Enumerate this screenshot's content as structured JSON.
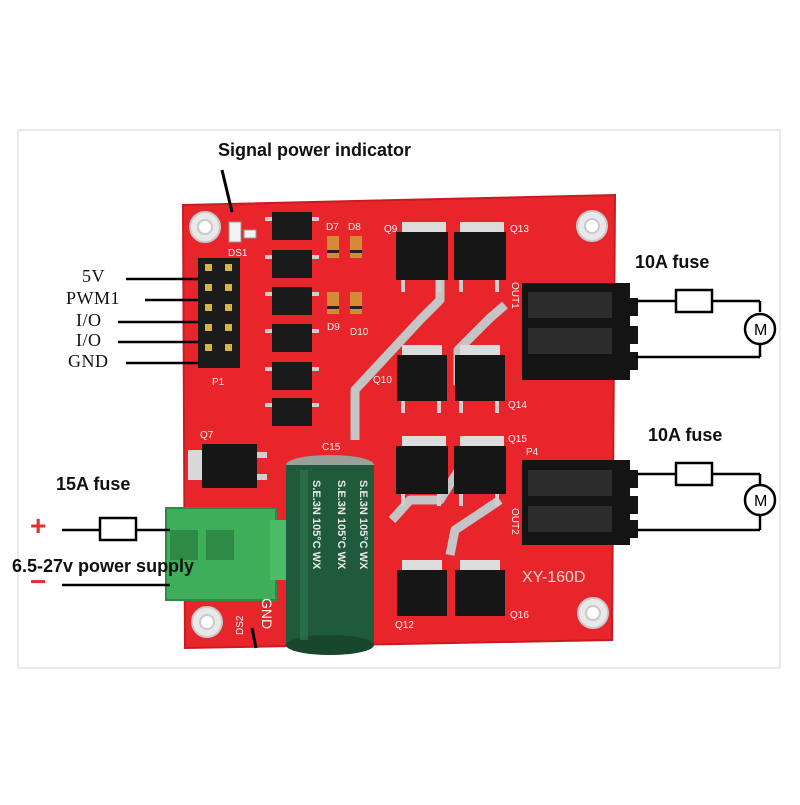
{
  "annotations": {
    "signal_indicator": "Signal power indicator",
    "fuse_top": "10A fuse",
    "fuse_bottom": "10A fuse",
    "input_fuse": "15A fuse",
    "power_supply": "6.5-27v power supply"
  },
  "pins": [
    "5V",
    "PWM1",
    "I/O",
    "I/O",
    "GND"
  ],
  "polarity": {
    "plus": "+",
    "minus": "−"
  },
  "board": {
    "model": "XY-160D",
    "gnd_mark": "GND",
    "capacitor_text": "S.E.3N  105°C  WX",
    "silk": {
      "ds1": "DS1",
      "p1": "P1",
      "q7": "Q7",
      "q9": "Q9",
      "q13": "Q13",
      "q10": "Q10",
      "q14": "Q14",
      "q15": "Q15",
      "q12": "Q12",
      "q16": "Q16",
      "c15": "C15",
      "p4": "P4",
      "d7": "D7",
      "d8": "D8",
      "d9": "D9",
      "d10": "D10",
      "ds2": "DS2",
      "out1": "OUT1",
      "out2": "OUT2"
    }
  },
  "motor_symbol": "M",
  "colors": {
    "board_red": "#e8252a",
    "connector_green": "#3fae5a",
    "capacitor_green": "#1f5a3a",
    "terminal_black": "#141414"
  }
}
